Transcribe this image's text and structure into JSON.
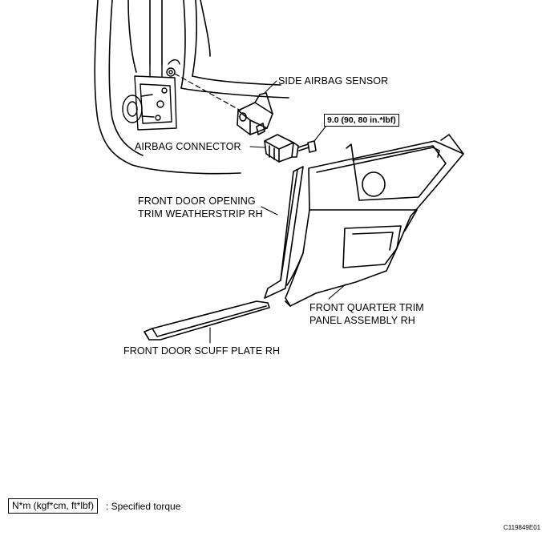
{
  "labels": {
    "side_airbag_sensor": "SIDE AIRBAG SENSOR",
    "airbag_connector": "AIRBAG CONNECTOR",
    "door_trim_weatherstrip_line1": "FRONT DOOR OPENING",
    "door_trim_weatherstrip_line2": "TRIM WEATHERSTRIP RH",
    "quarter_trim_line1": "FRONT QUARTER TRIM",
    "quarter_trim_line2": "PANEL ASSEMBLY RH",
    "scuff_plate": "FRONT DOOR SCUFF PLATE RH"
  },
  "torque": {
    "value": "9.0 (90, 80 in.*lbf)"
  },
  "legend": {
    "unit_box": "N*m (kgf*cm, ft*lbf)",
    "description": ": Specified torque"
  },
  "figure_id": "C119849E01"
}
